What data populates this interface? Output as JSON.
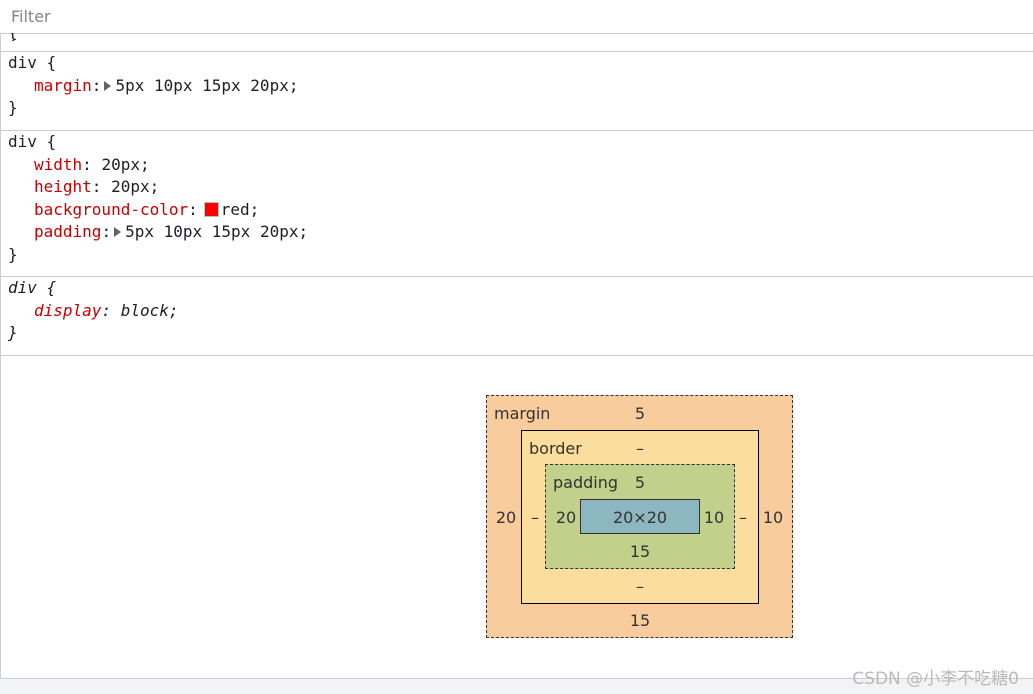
{
  "filter": {
    "placeholder": "Filter",
    "value": ""
  },
  "prev_rule_tail": "}",
  "rules": [
    {
      "selector": "div",
      "open": "{",
      "close": "}",
      "declarations": [
        {
          "property": "margin",
          "value": "5px 10px 15px 20px;",
          "expandable": true
        }
      ]
    },
    {
      "selector": "div",
      "open": "{",
      "close": "}",
      "declarations": [
        {
          "property": "width",
          "value": "20px;"
        },
        {
          "property": "height",
          "value": "20px;"
        },
        {
          "property": "background-color",
          "value": "red;",
          "swatch_color": "#ff0000"
        },
        {
          "property": "padding",
          "value": "5px 10px 15px 20px;",
          "expandable": true
        }
      ]
    },
    {
      "selector": "div",
      "open": "{",
      "close": "}",
      "user_agent": true,
      "declarations": [
        {
          "property": "display",
          "value": "block;"
        }
      ]
    }
  ],
  "box_model": {
    "margin": {
      "label": "margin",
      "top": "5",
      "right": "10",
      "bottom": "15",
      "left": "20"
    },
    "border": {
      "label": "border",
      "top": "–",
      "right": "–",
      "bottom": "–",
      "left": "–"
    },
    "padding": {
      "label": "padding",
      "top": "5",
      "right": "10",
      "bottom": "15",
      "left": "20"
    },
    "content": "20×20",
    "colors": {
      "margin": "#f9cc9d",
      "border": "#fbdd9d",
      "padding": "#c3d08b",
      "content": "#8cb6c0"
    }
  },
  "watermark": "CSDN @小李不吃糖0"
}
